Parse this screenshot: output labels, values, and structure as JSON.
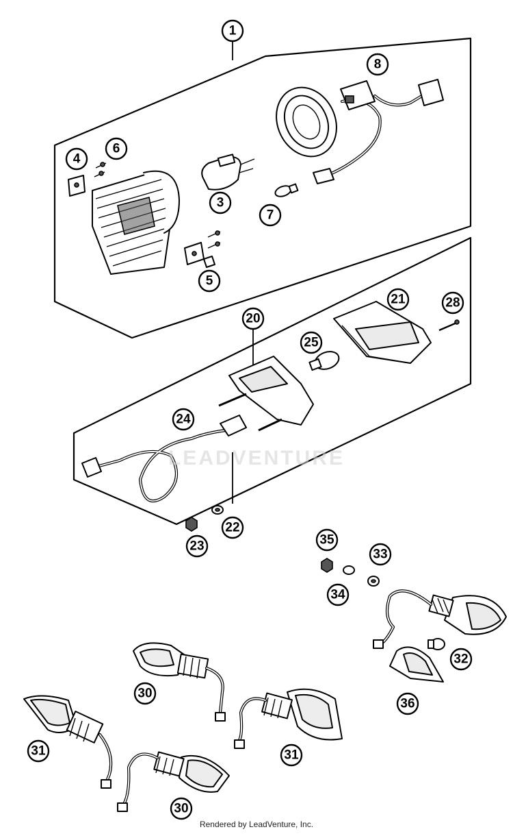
{
  "callouts": {
    "c1": "1",
    "c3": "3",
    "c4": "4",
    "c5": "5",
    "c6": "6",
    "c7": "7",
    "c8": "8",
    "c20": "20",
    "c21": "21",
    "c22": "22",
    "c23": "23",
    "c24": "24",
    "c25": "25",
    "c28": "28",
    "c30a": "30",
    "c30b": "30",
    "c31a": "31",
    "c31b": "31",
    "c32": "32",
    "c33": "33",
    "c34": "34",
    "c35": "35",
    "c36": "36"
  },
  "watermark": "LEADVENTURE",
  "footer": "Rendered by LeadVenture, Inc."
}
